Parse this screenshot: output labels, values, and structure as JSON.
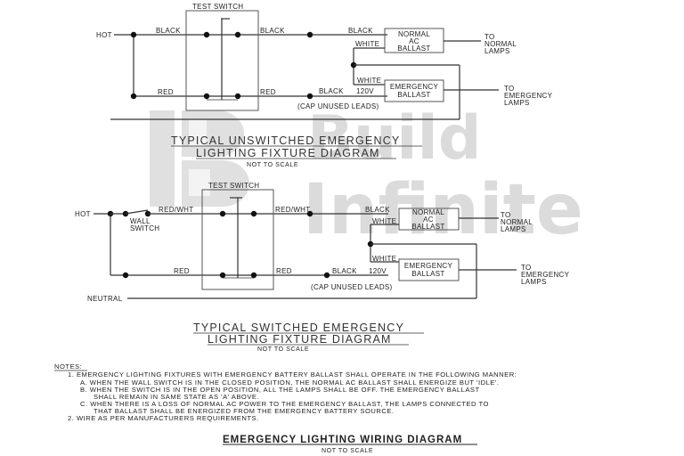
{
  "watermark": {
    "line1": "Build",
    "line2": "Infinite",
    "logo_letter": "B"
  },
  "diagram1": {
    "hot": "HOT",
    "test_switch": "TEST SWITCH",
    "black_left": "BLACK",
    "black_right": "BLACK",
    "red_left": "RED",
    "red_right": "RED",
    "black_to_normal": "BLACK",
    "white_to_normal": "WHITE",
    "normal_ballast": [
      "NORMAL",
      "AC",
      "BALLAST"
    ],
    "to_normal": [
      "TO",
      "NORMAL",
      "LAMPS"
    ],
    "white_to_emergency": "WHITE",
    "black_120v": "BLACK",
    "v120": "120V",
    "emergency_ballast": [
      "EMERGENCY",
      "BALLAST"
    ],
    "to_emergency": [
      "TO",
      "EMERGENCY",
      "LAMPS"
    ],
    "cap": "(CAP UNUSED LEADS)",
    "title_line1": "TYPICAL UNSWITCHED EMERGENCY",
    "title_line2": "LIGHTING FIXTURE DIAGRAM",
    "scale": "NOT TO SCALE"
  },
  "diagram2": {
    "hot": "HOT",
    "wall_switch": [
      "WALL",
      "SWITCH"
    ],
    "test_switch": "TEST SWITCH",
    "redwht_left": "RED/WHT",
    "redwht_right": "RED/WHT",
    "red_left": "RED",
    "red_right": "RED",
    "black_to_normal": "BLACK",
    "white_to_normal": "WHITE",
    "normal_ballast": [
      "NORMAL",
      "AC",
      "BALLAST"
    ],
    "to_normal": [
      "TO",
      "NORMAL",
      "LAMPS"
    ],
    "white_to_emergency": "WHITE",
    "black_120v": "BLACK",
    "v120": "120V",
    "emergency_ballast": [
      "EMERGENCY",
      "BALLAST"
    ],
    "to_emergency": [
      "TO",
      "EMERGENCY",
      "LAMPS"
    ],
    "cap": "(CAP UNUSED LEADS)",
    "neutral": "NEUTRAL",
    "title_line1": "TYPICAL SWITCHED EMERGENCY",
    "title_line2": "LIGHTING FIXTURE DIAGRAM",
    "scale": "NOT TO SCALE"
  },
  "notes": {
    "heading": "NOTES:",
    "lines": [
      "1. EMERGENCY LIGHTING FIXTURES WITH EMERGENCY BATTERY BALLAST SHALL OPERATE IN THE FOLLOWING MANNER:",
      "A. WHEN THE WALL SWITCH IS IN THE CLOSED POSITION, THE NORMAL AC BALLAST SHALL ENERGIZE BUT 'IDLE'.",
      "B. WHEN THE SWITCH IS IN THE OPEN POSITION, ALL THE LAMPS SHALL    BE OFF. THE EMERGENCY BALLAST",
      "SHALL REMAIN IN SAME STATE AS 'A' ABOVE.",
      "C. WHEN THERE IS A LOSS OF NORMAL AC POWER TO THE EMERGENCY BALLAST, THE LAMPS CONNECTED TO",
      "THAT BALLAST SHALL BE ENERGIZED FROM THE EMERGENCY BATTERY SOURCE.",
      "2. WIRE AS PER MANUFACTURERS REQUIREMENTS."
    ]
  },
  "footer": {
    "title": "EMERGENCY LIGHTING WIRING DIAGRAM",
    "scale": "NOT TO SCALE"
  }
}
